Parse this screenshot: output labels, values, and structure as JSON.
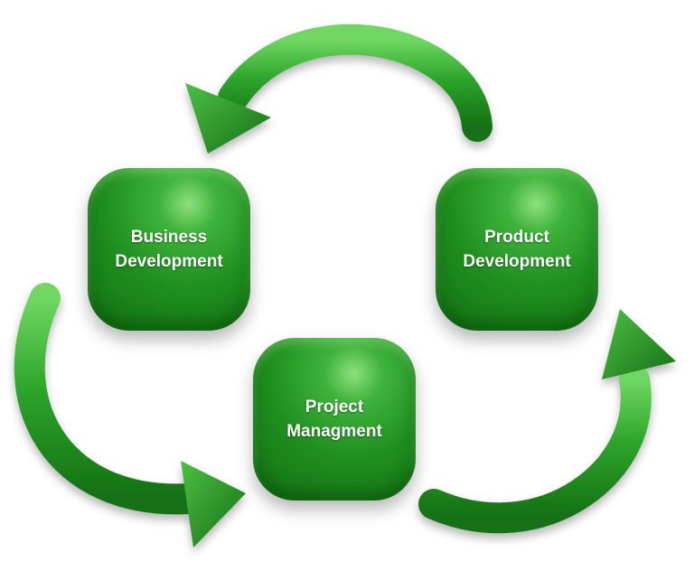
{
  "diagram": {
    "nodes": [
      {
        "id": "business",
        "line1": "Business",
        "line2": "Development"
      },
      {
        "id": "product",
        "line1": "Product",
        "line2": "Development"
      },
      {
        "id": "project",
        "line1": "Project",
        "line2": "Managment"
      }
    ],
    "colors": {
      "arrow_light": "#5ccf4f",
      "arrow_dark": "#137013",
      "node_fill": "#1f8f1f"
    }
  }
}
